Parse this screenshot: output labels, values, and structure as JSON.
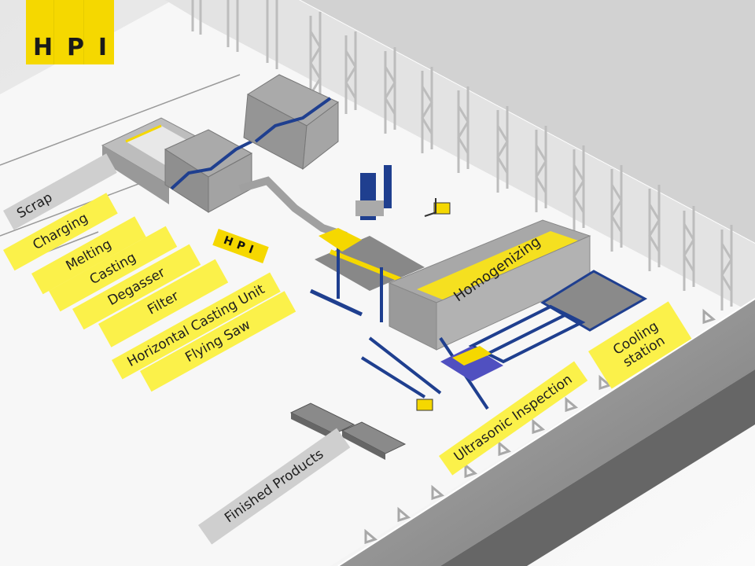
{
  "logo": {
    "letters": [
      "H",
      "P",
      "I"
    ],
    "color": "#f5d800"
  },
  "labels": {
    "scrap": "Scrap",
    "charging": "Charging",
    "melting": "Melting",
    "casting": "Casting",
    "degasser": "Degasser",
    "filter": "Filter",
    "horizontal_casting_unit": "Horizontal Casting Unit",
    "flying_saw": "Flying Saw",
    "homogenizing": "Homogenizing",
    "cooling_station_line1": "Cooling",
    "cooling_station_line2": "station",
    "ultrasonic_inspection": "Ultrasonic Inspection",
    "finished_products": "Finished Products"
  },
  "floor_badge": "HPI",
  "colors": {
    "label_yellow": "#fbf14a",
    "label_gray": "#cfcfcf",
    "machine_gray": "#9a9a9a",
    "pipe_blue": "#1f3f8f",
    "wall_gray": "#8a8a8a"
  }
}
